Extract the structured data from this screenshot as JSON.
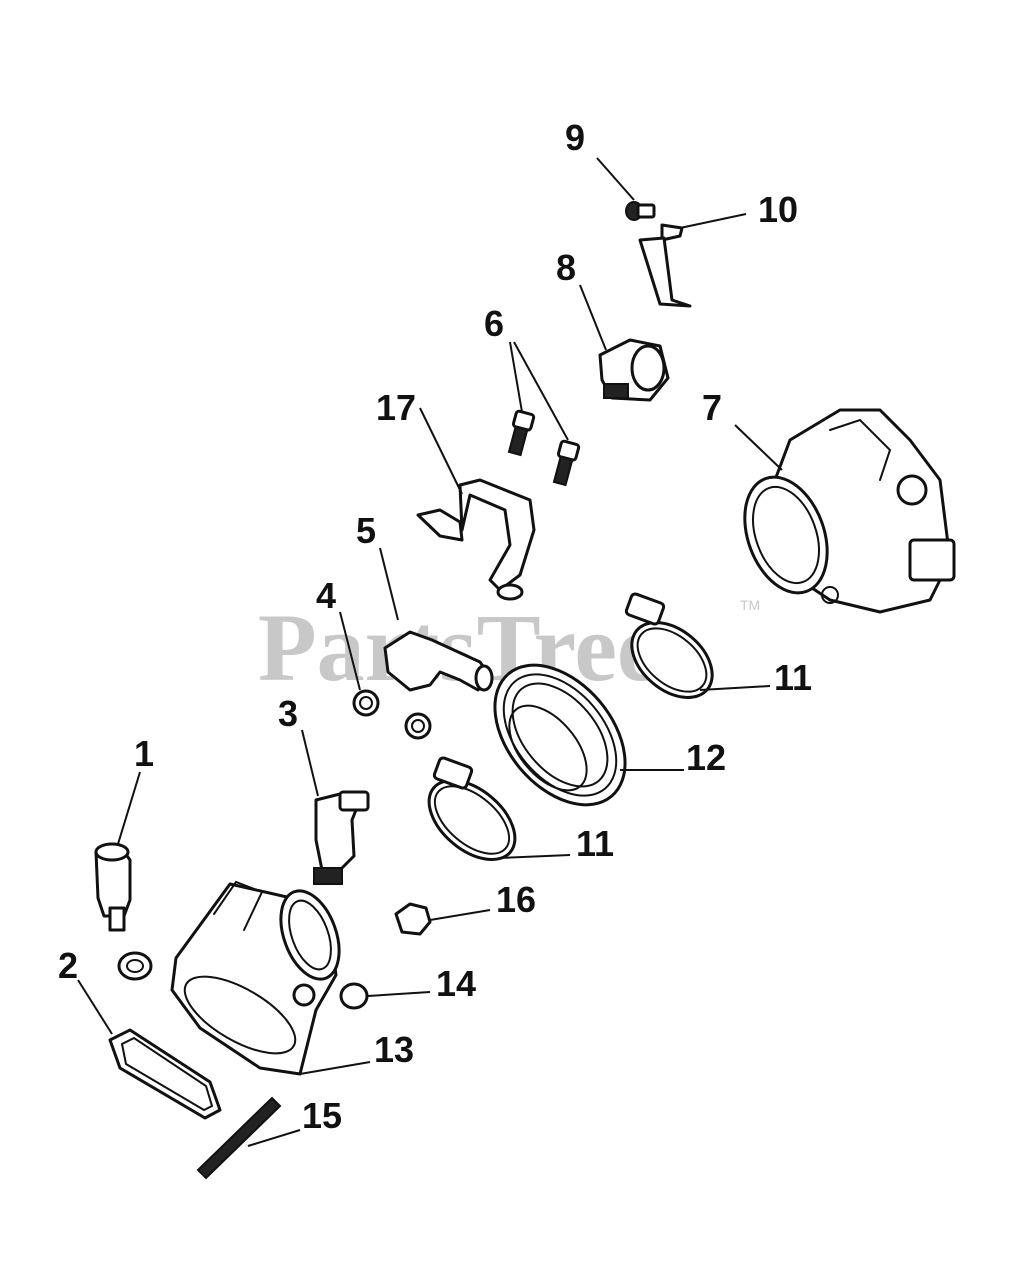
{
  "watermark": {
    "text": "PartsTree",
    "tm": "TM"
  },
  "callouts": {
    "c1": "1",
    "c2": "2",
    "c3": "3",
    "c4": "4",
    "c5": "5",
    "c6": "6",
    "c7": "7",
    "c8": "8",
    "c9": "9",
    "c10": "10",
    "c11a": "11",
    "c11b": "11",
    "c12": "12",
    "c13": "13",
    "c14": "14",
    "c15": "15",
    "c16": "16",
    "c17": "17"
  }
}
